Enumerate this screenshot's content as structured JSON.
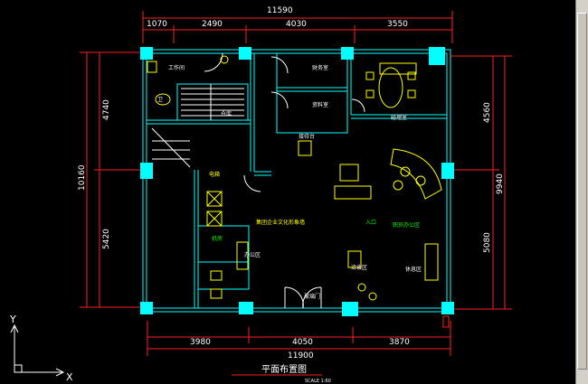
{
  "dims": {
    "top_total": "11590",
    "top_segments": [
      "1070",
      "2490",
      "4030",
      "3550"
    ],
    "bottom_segments": [
      "3980",
      "4050",
      "3870"
    ],
    "bottom_total": "11900",
    "left_segments": [
      "4740",
      "5420"
    ],
    "left_total": "10160",
    "right_segments": [
      "4560",
      "5080"
    ],
    "right_total": "9940"
  },
  "rooms": {
    "workroom": "工作间",
    "restroom": "卫",
    "storage": "仓库",
    "finance": "财务室",
    "archive": "资料室",
    "manager": "经理室",
    "reception": "接待台",
    "electrical": "电箱",
    "info_wall": "集团企业文化形象墙",
    "server": "机房",
    "office_area": "办公区",
    "staff_office": "职员办公区",
    "meeting": "洽谈区",
    "entrance": "入口",
    "entry_door": "玻璃门",
    "lounge": "休息区"
  },
  "drawing_title": "平面布置图",
  "scale_label": "SCALE 1:60",
  "ucs": {
    "y_label": "Y",
    "x_label": "X"
  },
  "colors": {
    "background": "#000000",
    "wall": "#00ffff",
    "furniture": "#ffff00",
    "dimension": "#ff2020",
    "pillar": "#00ffff",
    "label": "#00ff00",
    "white": "#ffffff"
  }
}
